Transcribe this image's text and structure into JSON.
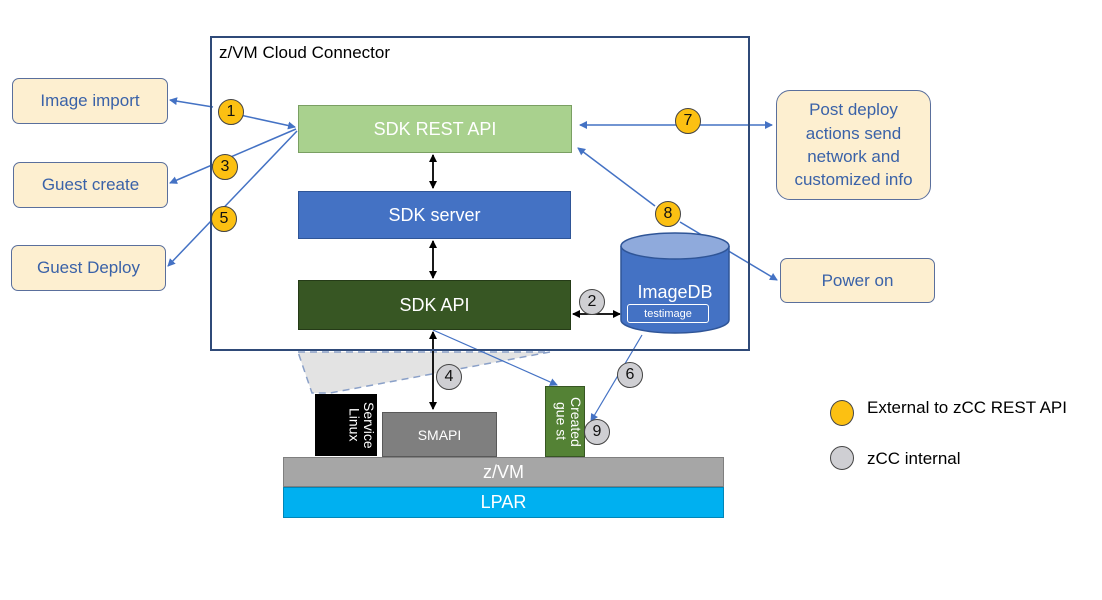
{
  "main_box": {
    "title": "z/VM Cloud Connector"
  },
  "left_actions": {
    "image_import": "Image import",
    "guest_create": "Guest create",
    "guest_deploy": "Guest Deploy"
  },
  "right_actions": {
    "post_deploy": "Post deploy actions send network and customized info",
    "power_on": "Power on"
  },
  "blocks": {
    "rest_api": "SDK REST API",
    "server": "SDK server",
    "api": "SDK API",
    "imagedb": "ImageDB",
    "testimage": "testimage",
    "service_linux": "Service Linux",
    "smapi": "SMAPI",
    "created_guest": "Created gue st",
    "zvm": "z/VM",
    "lpar": "LPAR"
  },
  "badges": {
    "b1": "1",
    "b2": "2",
    "b3": "3",
    "b4": "4",
    "b5": "5",
    "b6": "6",
    "b7": "7",
    "b8": "8",
    "b9": "9"
  },
  "legend": {
    "external": "External to zCC REST API",
    "internal": "zCC internal"
  },
  "colors": {
    "external": "#fcc012",
    "internal": "#cfcfd3",
    "rest_api": "#a9d18e",
    "server": "#4472c4",
    "api": "#375623",
    "zvm": "#a6a6a6",
    "lpar": "#00b0f0",
    "arrow": "#4472c4"
  }
}
